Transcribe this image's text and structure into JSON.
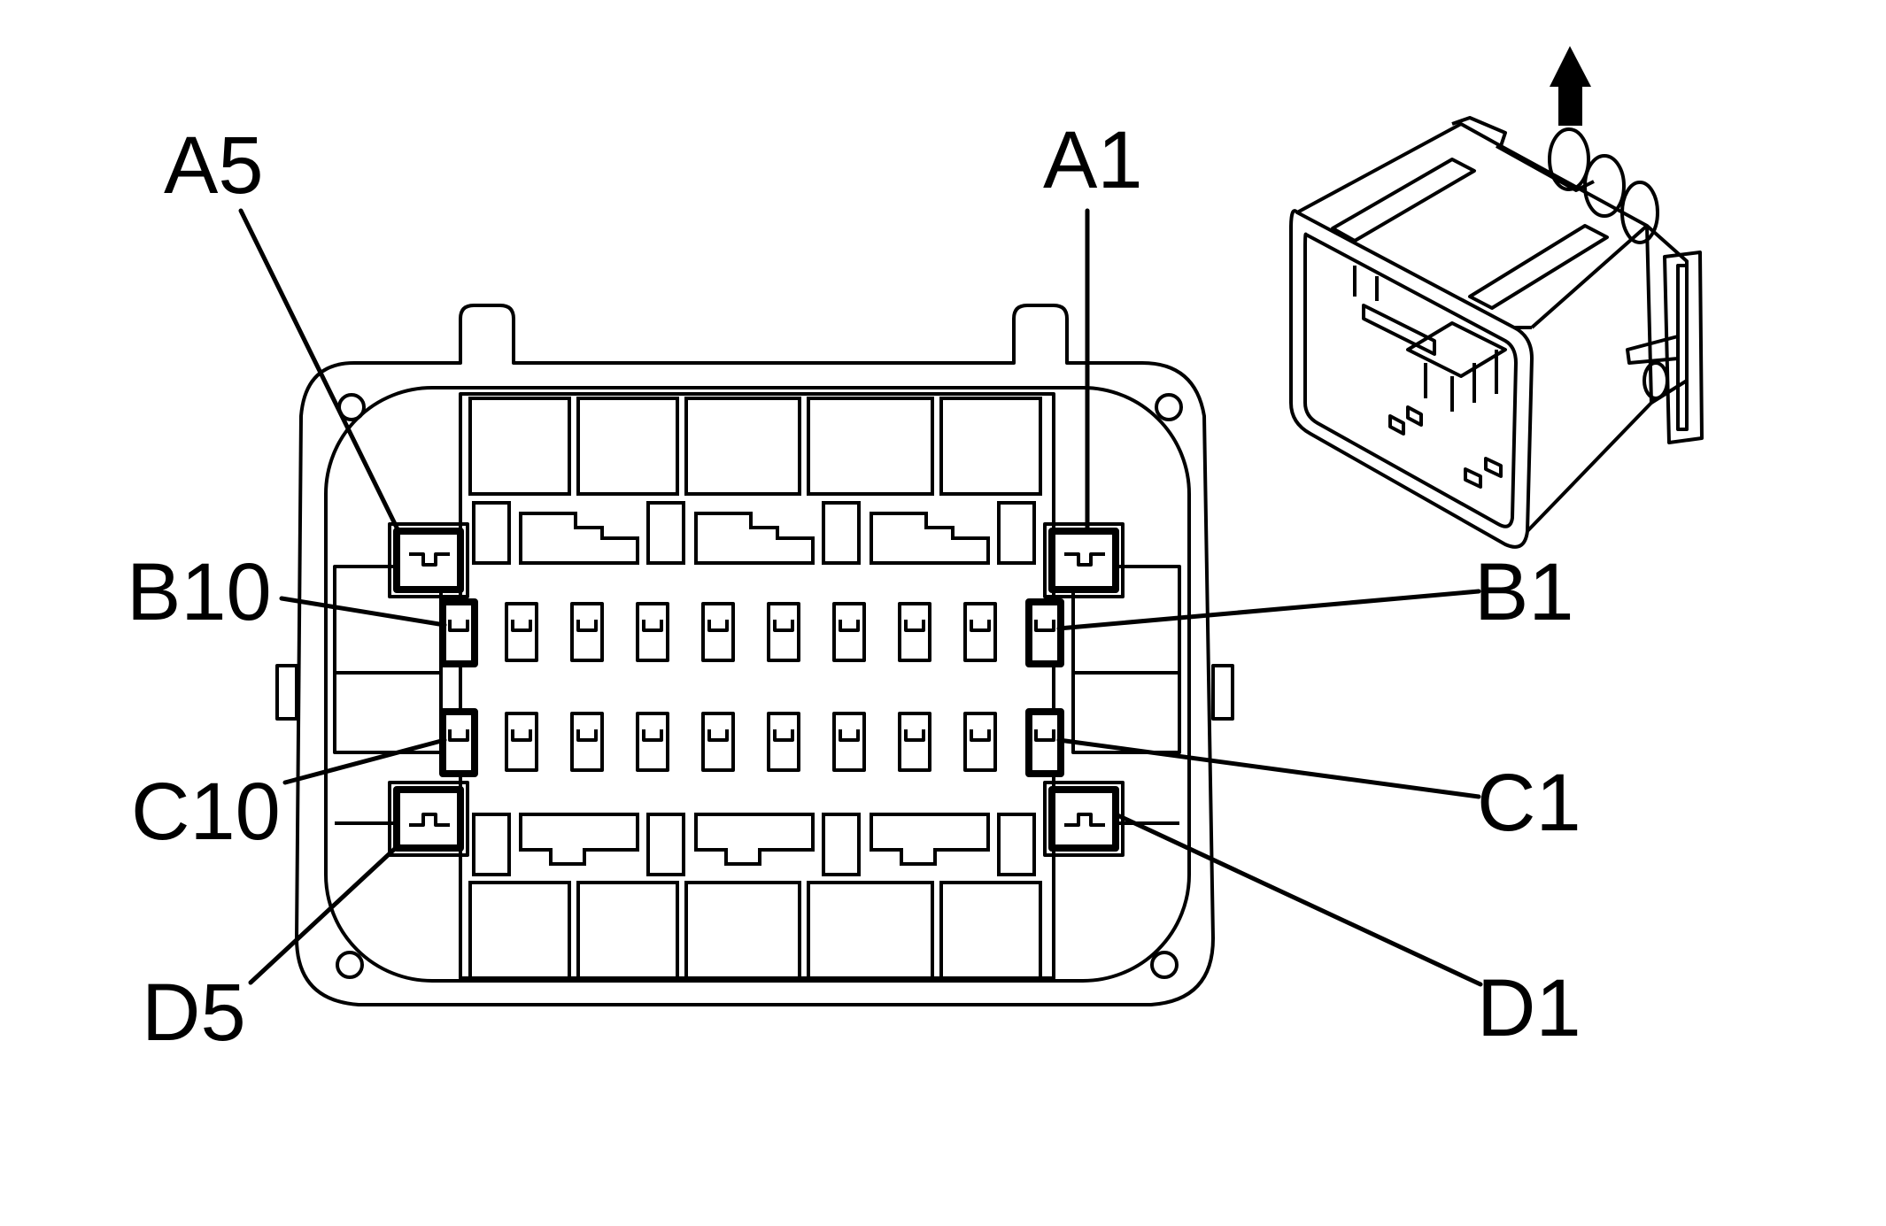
{
  "diagram": {
    "pin_labels": {
      "a5": "A5",
      "a1": "A1",
      "b10": "B10",
      "b1": "B1",
      "c10": "C10",
      "c1": "C1",
      "d5": "D5",
      "d1": "D1"
    },
    "icons": {
      "orientation_arrow": "up-arrow-icon",
      "connector_3d": "connector-isometric-view"
    },
    "colors": {
      "line": "#000000",
      "background": "#ffffff"
    }
  }
}
